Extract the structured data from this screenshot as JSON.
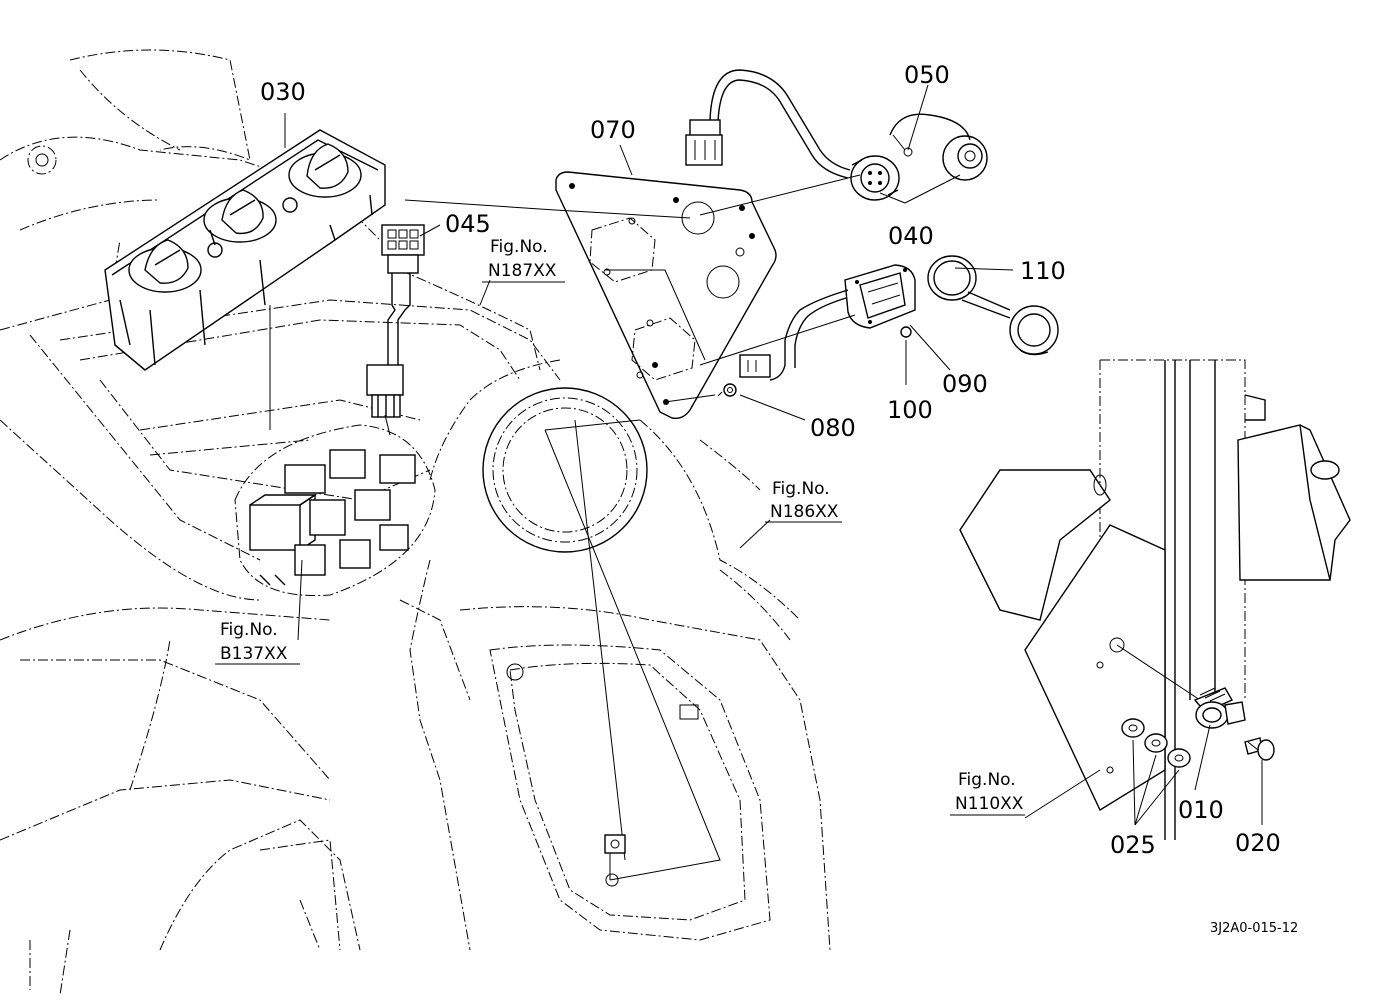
{
  "parts": {
    "p010": "010",
    "p020": "020",
    "p025": "025",
    "p030": "030",
    "p040": "040",
    "p045": "045",
    "p050": "050",
    "p070": "070",
    "p080": "080",
    "p090": "090",
    "p100": "100",
    "p110": "110"
  },
  "figure_refs": {
    "n187": {
      "line1": "Fig.No.",
      "line2": "N187XX"
    },
    "n186": {
      "line1": "Fig.No.",
      "line2": "N186XX"
    },
    "b137": {
      "line1": "Fig.No.",
      "line2": "B137XX"
    },
    "n110": {
      "line1": "Fig.No.",
      "line2": "N110XX"
    }
  },
  "drawing_code": "3J2A0-015-12"
}
